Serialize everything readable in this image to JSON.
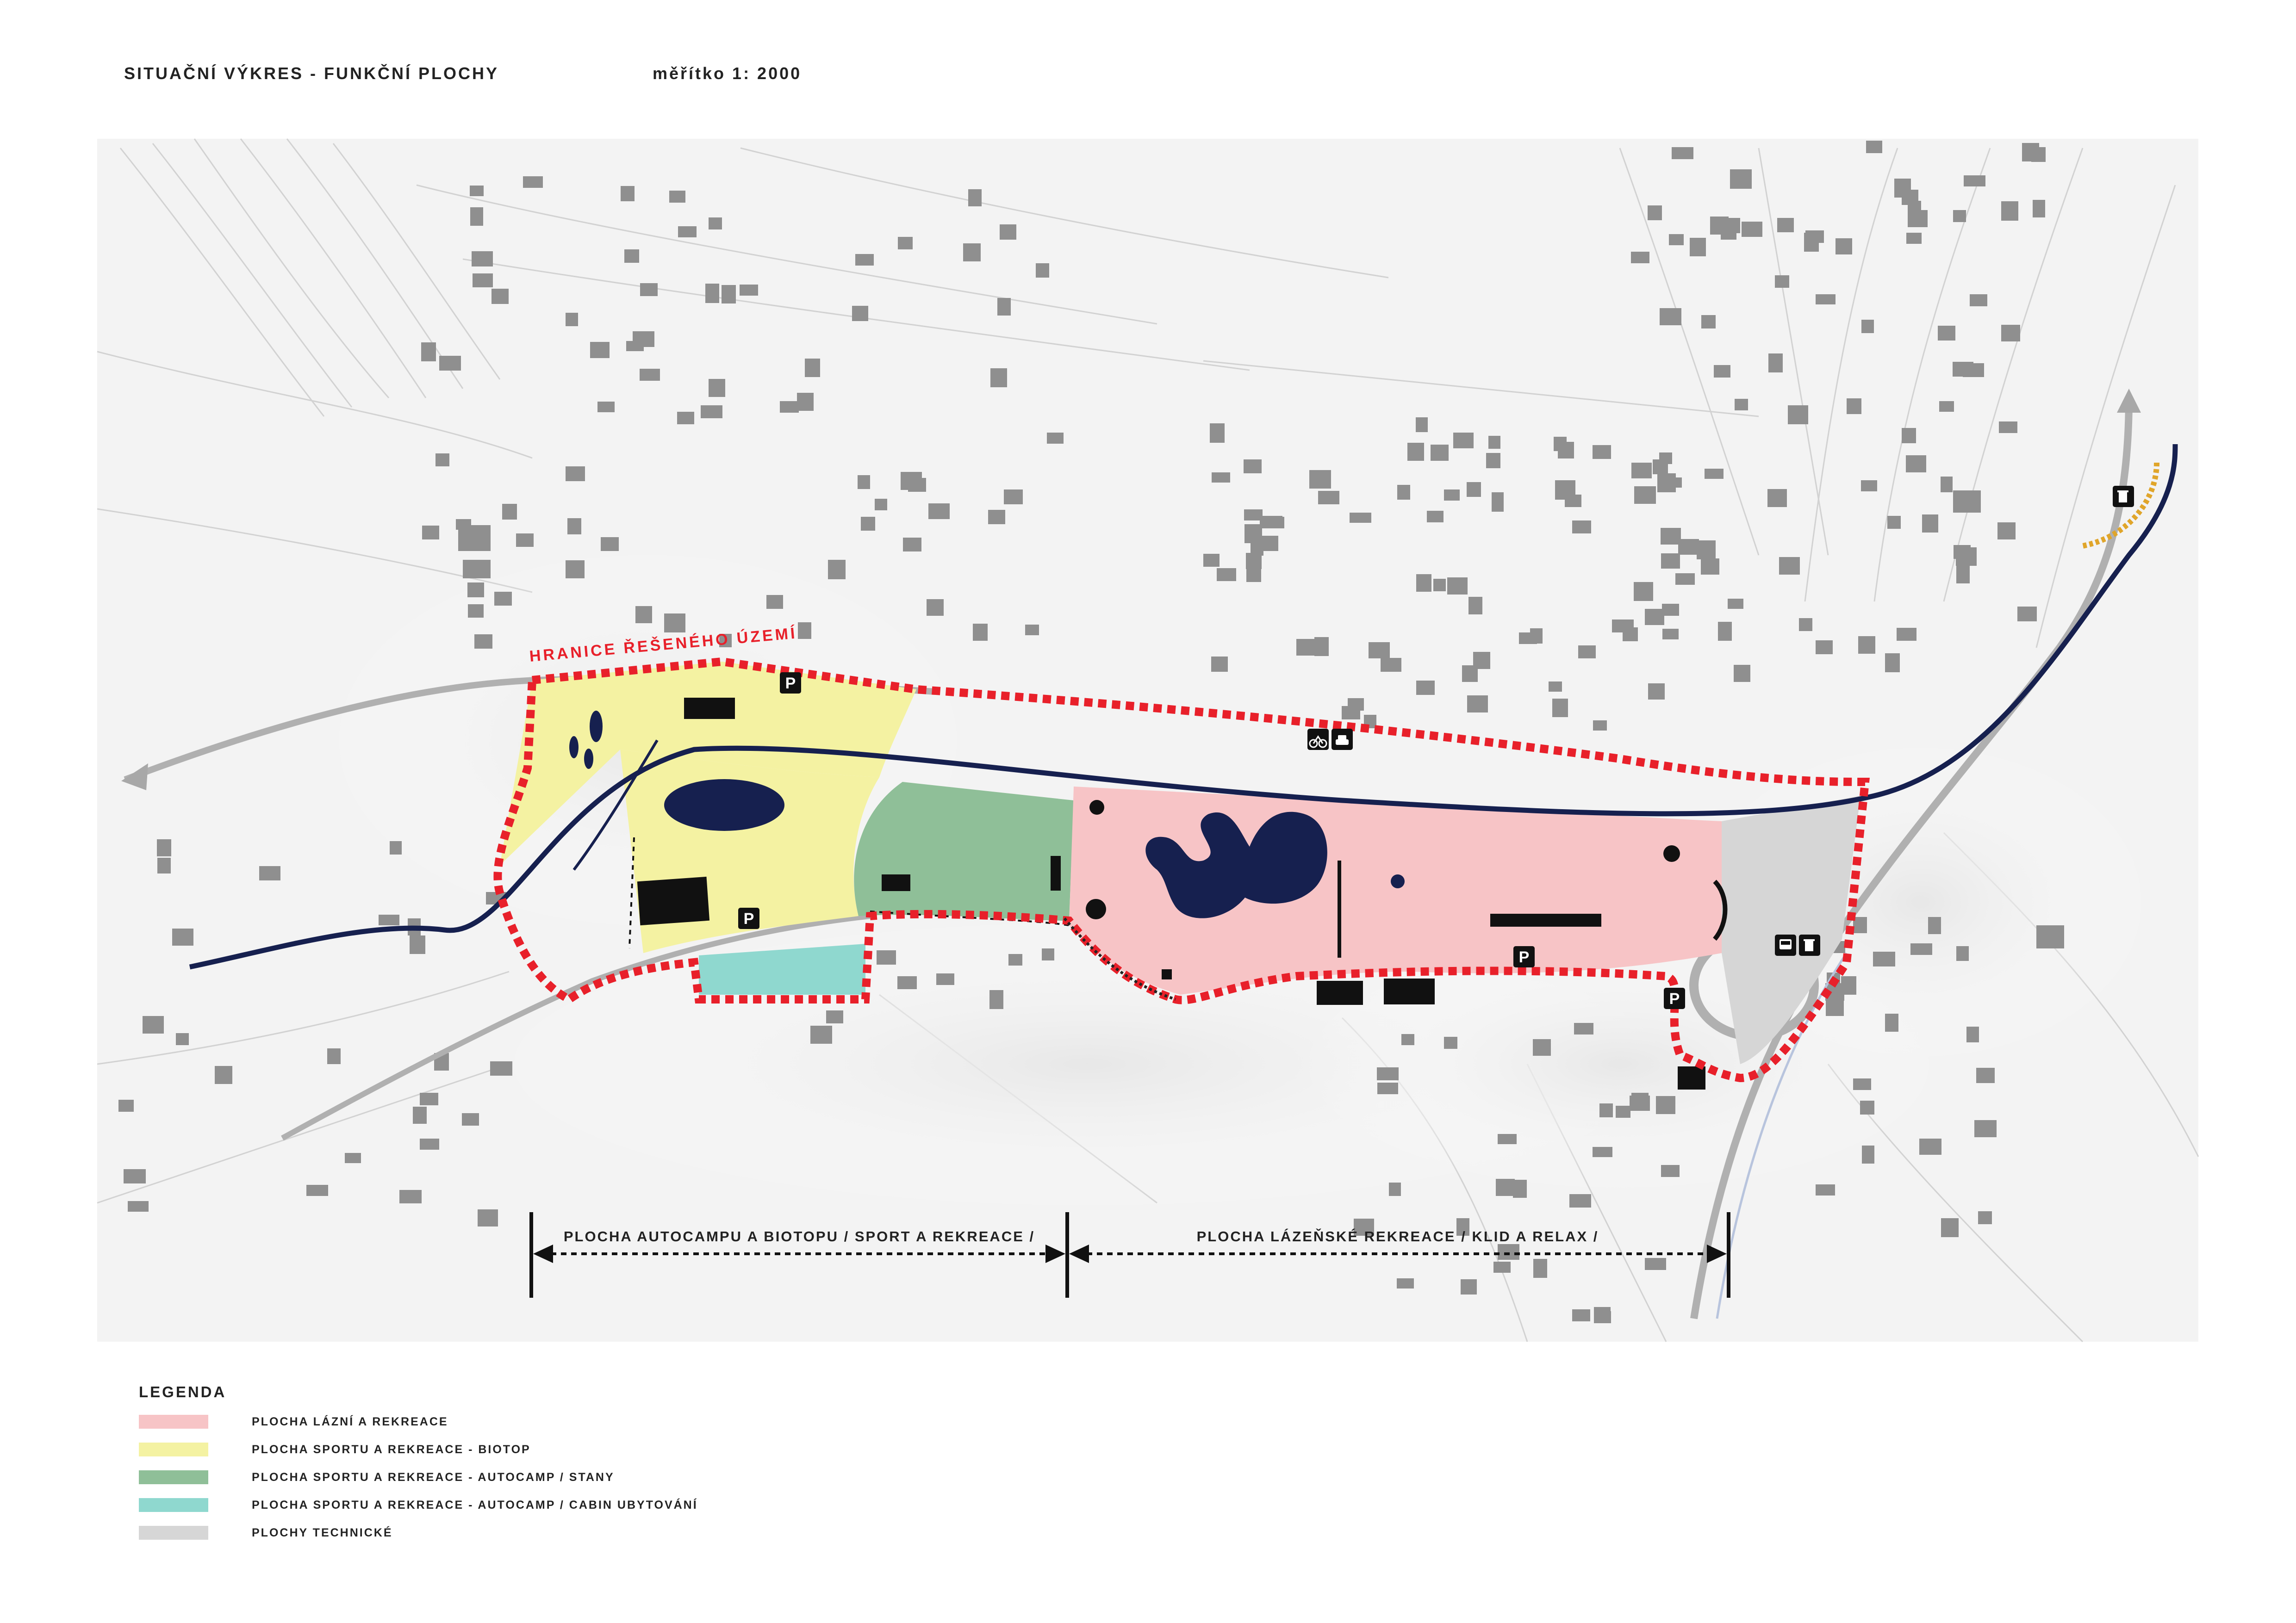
{
  "header": {
    "title": "SITUAČNÍ VÝKRES - FUNKČNÍ PLOCHY",
    "scale": "měřítko 1: 2000"
  },
  "map": {
    "boundary_label": "HRANICE ŘEŠENÉHO ÚZEMÍ",
    "parking_label": "P",
    "sections": [
      {
        "label": "PLOCHA AUTOCAMPU A BIOTOPU / SPORT A REKREACE /"
      },
      {
        "label": "PLOCHA LÁZEŇSKÉ REKREACE / KLID A RELAX /"
      }
    ],
    "colors": {
      "zone_spa": "#f7c4c6",
      "zone_biotop": "#f4f2a2",
      "zone_autocamp_tents": "#8fbf98",
      "zone_autocamp_cabins": "#8fd8cf",
      "zone_technical": "#d6d6d6",
      "boundary": "#e8202a",
      "river": "#16204f",
      "buildings": "#8f8f8f",
      "new_buildings": "#111111"
    },
    "icons": [
      "bicycle-icon",
      "car-icon",
      "bus-stop-icon",
      "waste-bin-icon",
      "parking-icon"
    ]
  },
  "legend": {
    "title": "LEGENDA",
    "items": [
      {
        "label": "PLOCHA LÁZNÍ A REKREACE",
        "color": "#f7c4c6"
      },
      {
        "label": "PLOCHA SPORTU A REKREACE - BIOTOP",
        "color": "#f4f2a2"
      },
      {
        "label": "PLOCHA SPORTU A REKREACE - AUTOCAMP / STANY",
        "color": "#8fbf98"
      },
      {
        "label": "PLOCHA SPORTU A REKREACE - AUTOCAMP  / CABIN UBYTOVÁNÍ",
        "color": "#8fd8cf"
      },
      {
        "label": "PLOCHY TECHNICKÉ",
        "color": "#d6d6d6"
      }
    ]
  }
}
